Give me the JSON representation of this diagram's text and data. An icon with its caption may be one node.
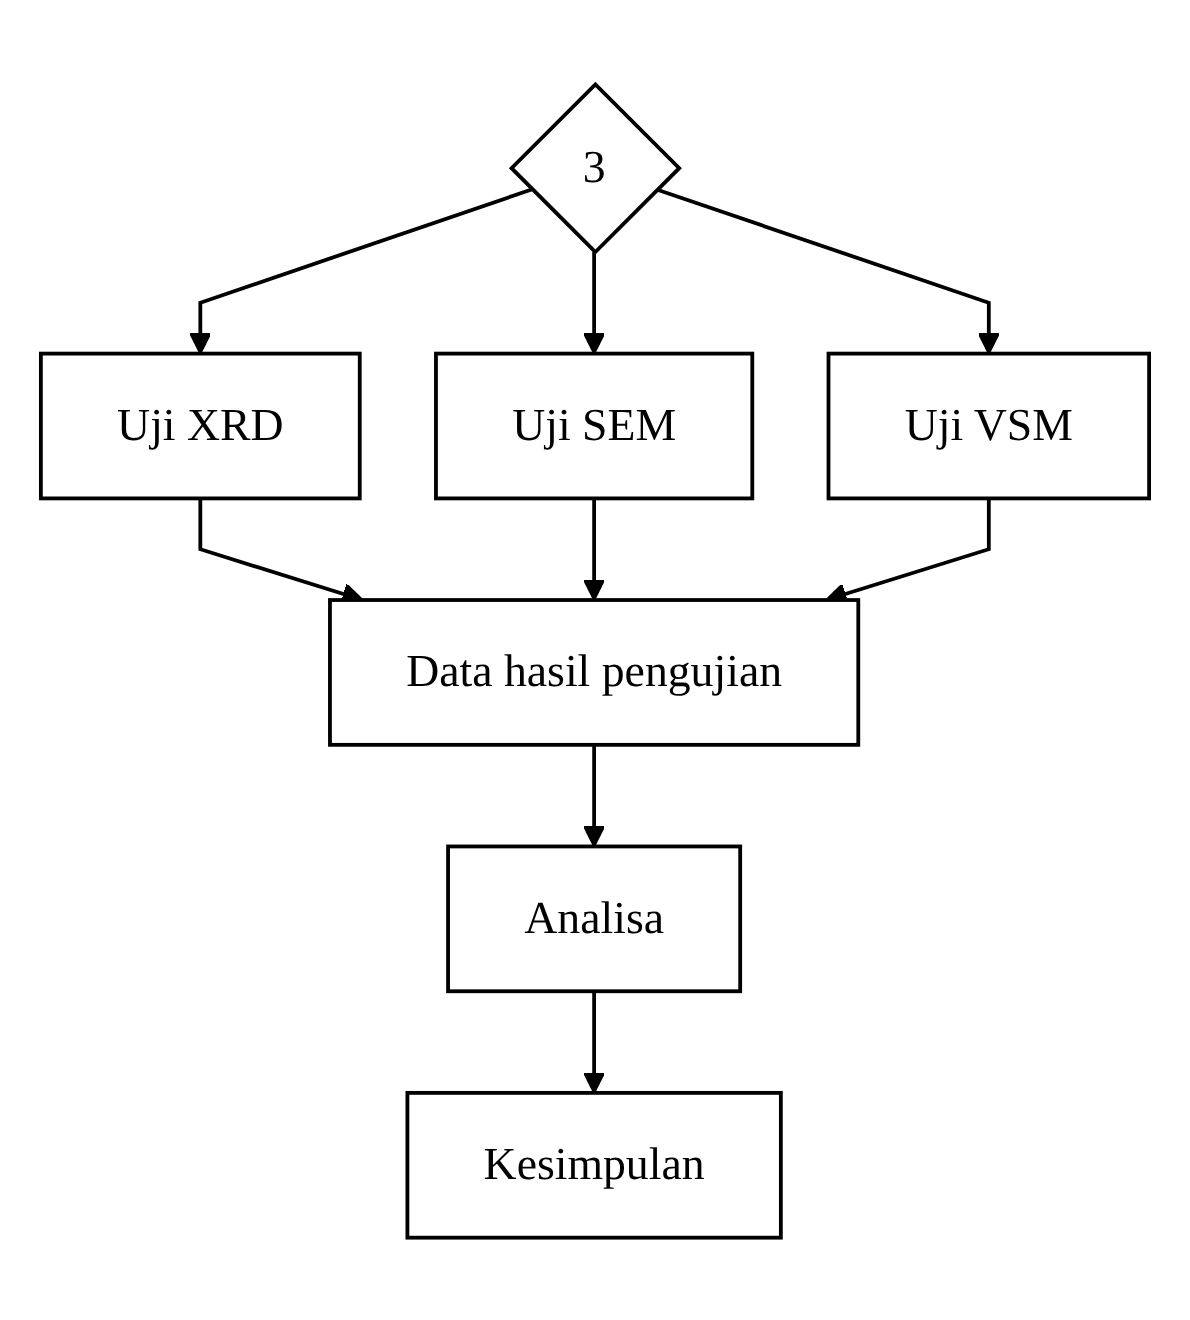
{
  "diagram": {
    "nodes": [
      {
        "text": [
          "3"
        ]
      },
      {
        "text": [
          "Uji XRD"
        ]
      },
      {
        "text": [
          "Uji SEM"
        ]
      },
      {
        "text": [
          "Uji VSM"
        ]
      },
      {
        "text": [
          "Data hasil pengujian"
        ]
      },
      {
        "text": [
          "Analisa"
        ]
      },
      {
        "text": [
          "Kesimpulan"
        ]
      }
    ],
    "edges": [
      {
        "from": 0,
        "to": 1,
        "arrow": "to"
      },
      {
        "from": 0,
        "to": 2,
        "arrow": "to"
      },
      {
        "from": 0,
        "to": 3,
        "arrow": "to"
      },
      {
        "from": 1,
        "to": 4,
        "arrow": "to"
      },
      {
        "from": 2,
        "to": 4,
        "arrow": "to"
      },
      {
        "from": 3,
        "to": 4,
        "arrow": "to"
      },
      {
        "from": 4,
        "to": 5,
        "arrow": "to"
      },
      {
        "from": 5,
        "to": 6,
        "arrow": "to"
      }
    ]
  }
}
